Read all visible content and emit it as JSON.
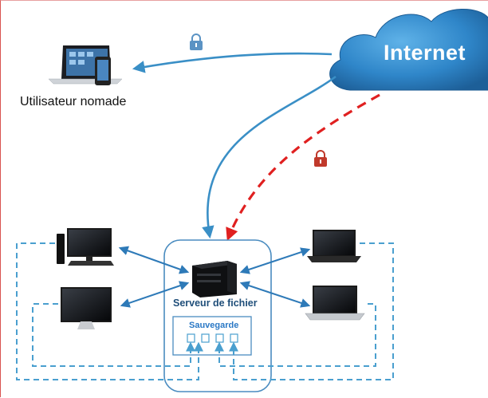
{
  "labels": {
    "internet": "Internet",
    "nomad_user": "Utilisateur nomade",
    "file_server": "Serveur de fichier",
    "backup": "Sauvegarde"
  },
  "colors": {
    "secure_link": "#3a8fc6",
    "insecure_link": "#e02020",
    "network_dashed": "#4a9fcf",
    "lock_blue": "#5b93c4",
    "lock_red": "#c0392b",
    "cloud": "#2f86c9"
  },
  "icons": {
    "nomad_device": "laptop-phone-icon",
    "cloud": "cloud-icon",
    "server": "nas-server-icon",
    "lock": "padlock-icon"
  }
}
